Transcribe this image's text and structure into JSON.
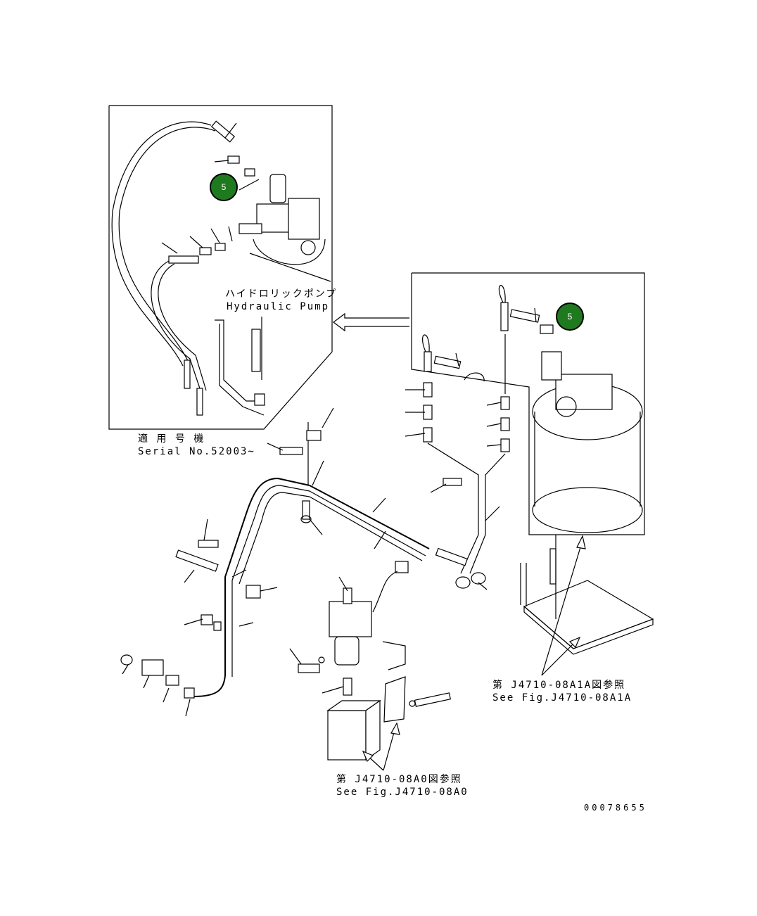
{
  "callouts": [
    {
      "id": "callout-inset",
      "label": "5"
    },
    {
      "id": "callout-detail",
      "label": "5"
    }
  ],
  "inset": {
    "pump_label_jp": "ハイドロリックポンプ",
    "pump_label_en": "Hydraulic Pump"
  },
  "serial": {
    "label_jp": "適 用 号 機",
    "label_en": "Serial No.52003~"
  },
  "refs": {
    "tank_jp": "第 J4710-08A1A図参照",
    "tank_en": "See Fig.J4710-08A1A",
    "valve_jp": "第 J4710-08A0図参照",
    "valve_en": "See Fig.J4710-08A0"
  },
  "drawing_number": "00078655",
  "colors": {
    "callout_fill": "#1f7a1f",
    "line": "#000000"
  }
}
